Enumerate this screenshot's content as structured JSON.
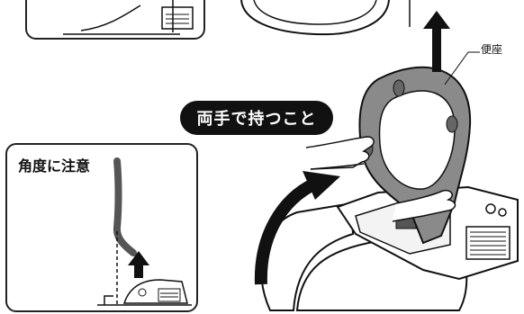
{
  "labels": {
    "toilet_seat": "便座",
    "hold_with_both_hands": "両手で持つこと",
    "mind_the_angle": "角度に注意"
  },
  "colors": {
    "seat_gray": "#8a8a8a",
    "ink": "#111111"
  },
  "icons": [
    "up-arrow-icon",
    "curved-arrow-icon"
  ]
}
